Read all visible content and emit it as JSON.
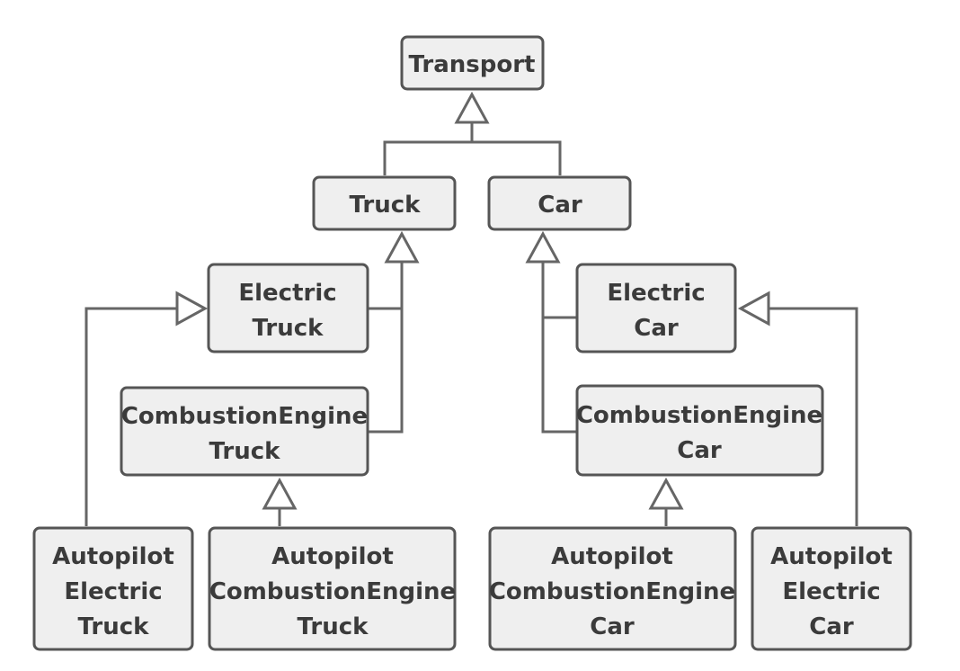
{
  "nodes": {
    "transport": {
      "lines": [
        "Transport"
      ]
    },
    "truck": {
      "lines": [
        "Truck"
      ]
    },
    "car": {
      "lines": [
        "Car"
      ]
    },
    "electric_truck": {
      "lines": [
        "Electric",
        "Truck"
      ]
    },
    "combustion_truck": {
      "lines": [
        "CombustionEngine",
        "Truck"
      ]
    },
    "electric_car": {
      "lines": [
        "Electric",
        "Car"
      ]
    },
    "combustion_car": {
      "lines": [
        "CombustionEngine",
        "Car"
      ]
    },
    "autopilot_electric_truck": {
      "lines": [
        "Autopilot",
        "Electric",
        "Truck"
      ]
    },
    "autopilot_combustion_truck": {
      "lines": [
        "Autopilot",
        "CombustionEngine",
        "Truck"
      ]
    },
    "autopilot_combustion_car": {
      "lines": [
        "Autopilot",
        "CombustionEngine",
        "Car"
      ]
    },
    "autopilot_electric_car": {
      "lines": [
        "Autopilot",
        "Electric",
        "Car"
      ]
    }
  },
  "edges": [
    {
      "from": "truck",
      "to": "transport",
      "type": "inheritance"
    },
    {
      "from": "car",
      "to": "transport",
      "type": "inheritance"
    },
    {
      "from": "electric_truck",
      "to": "truck",
      "type": "inheritance"
    },
    {
      "from": "combustion_truck",
      "to": "truck",
      "type": "inheritance"
    },
    {
      "from": "electric_car",
      "to": "car",
      "type": "inheritance"
    },
    {
      "from": "combustion_car",
      "to": "car",
      "type": "inheritance"
    },
    {
      "from": "autopilot_electric_truck",
      "to": "electric_truck",
      "type": "inheritance"
    },
    {
      "from": "autopilot_combustion_truck",
      "to": "combustion_truck",
      "type": "inheritance"
    },
    {
      "from": "autopilot_combustion_car",
      "to": "combustion_car",
      "type": "inheritance"
    },
    {
      "from": "autopilot_electric_car",
      "to": "electric_car",
      "type": "inheritance"
    }
  ]
}
